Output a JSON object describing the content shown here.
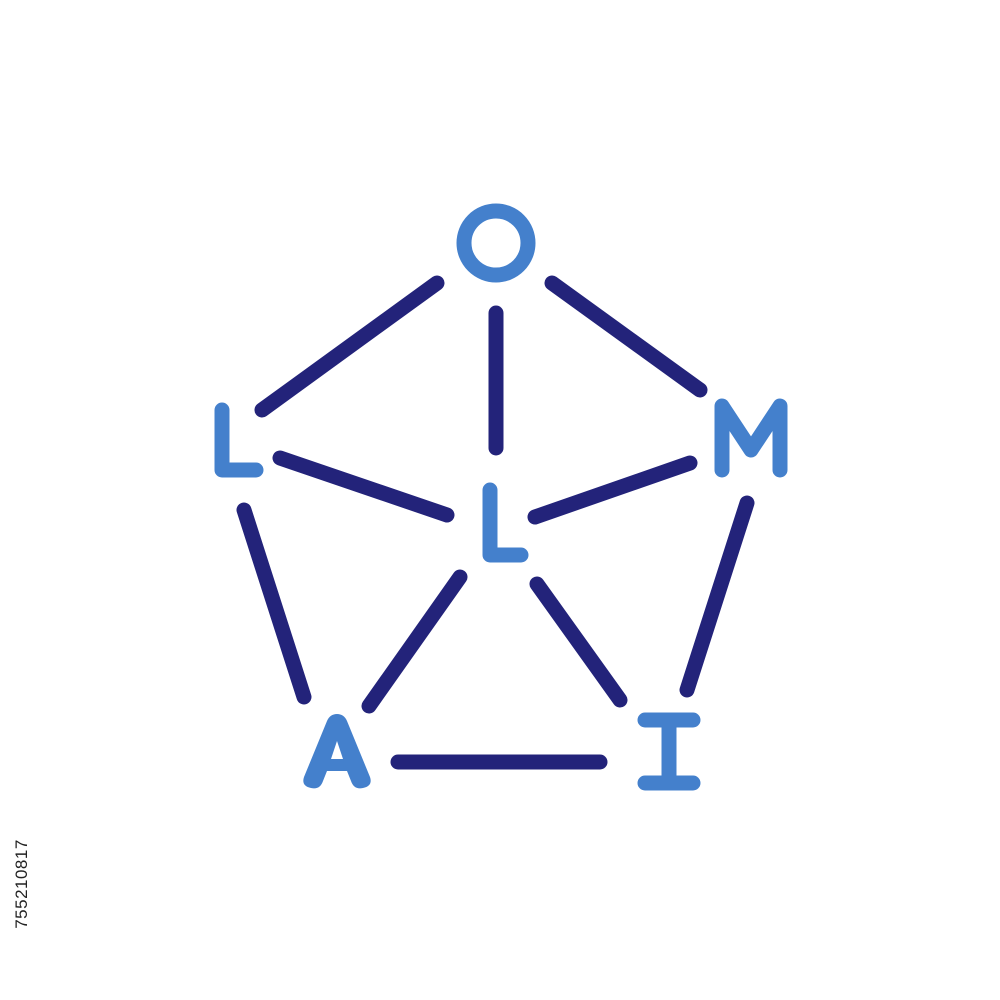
{
  "diagram": {
    "nodes": [
      {
        "id": "top",
        "letter": "O"
      },
      {
        "id": "left",
        "letter": "L"
      },
      {
        "id": "right",
        "letter": "M"
      },
      {
        "id": "center",
        "letter": "L"
      },
      {
        "id": "bottom-left",
        "letter": "A"
      },
      {
        "id": "bottom-right",
        "letter": "I"
      }
    ],
    "edges": [
      [
        "top",
        "left"
      ],
      [
        "top",
        "right"
      ],
      [
        "top",
        "center"
      ],
      [
        "left",
        "center"
      ],
      [
        "right",
        "center"
      ],
      [
        "left",
        "bottom-left"
      ],
      [
        "right",
        "bottom-right"
      ],
      [
        "center",
        "bottom-left"
      ],
      [
        "center",
        "bottom-right"
      ],
      [
        "bottom-left",
        "bottom-right"
      ]
    ],
    "colors": {
      "edge": "#23237a",
      "node": "#4480cc",
      "background": "#ffffff"
    }
  },
  "stock_id": "755210817"
}
